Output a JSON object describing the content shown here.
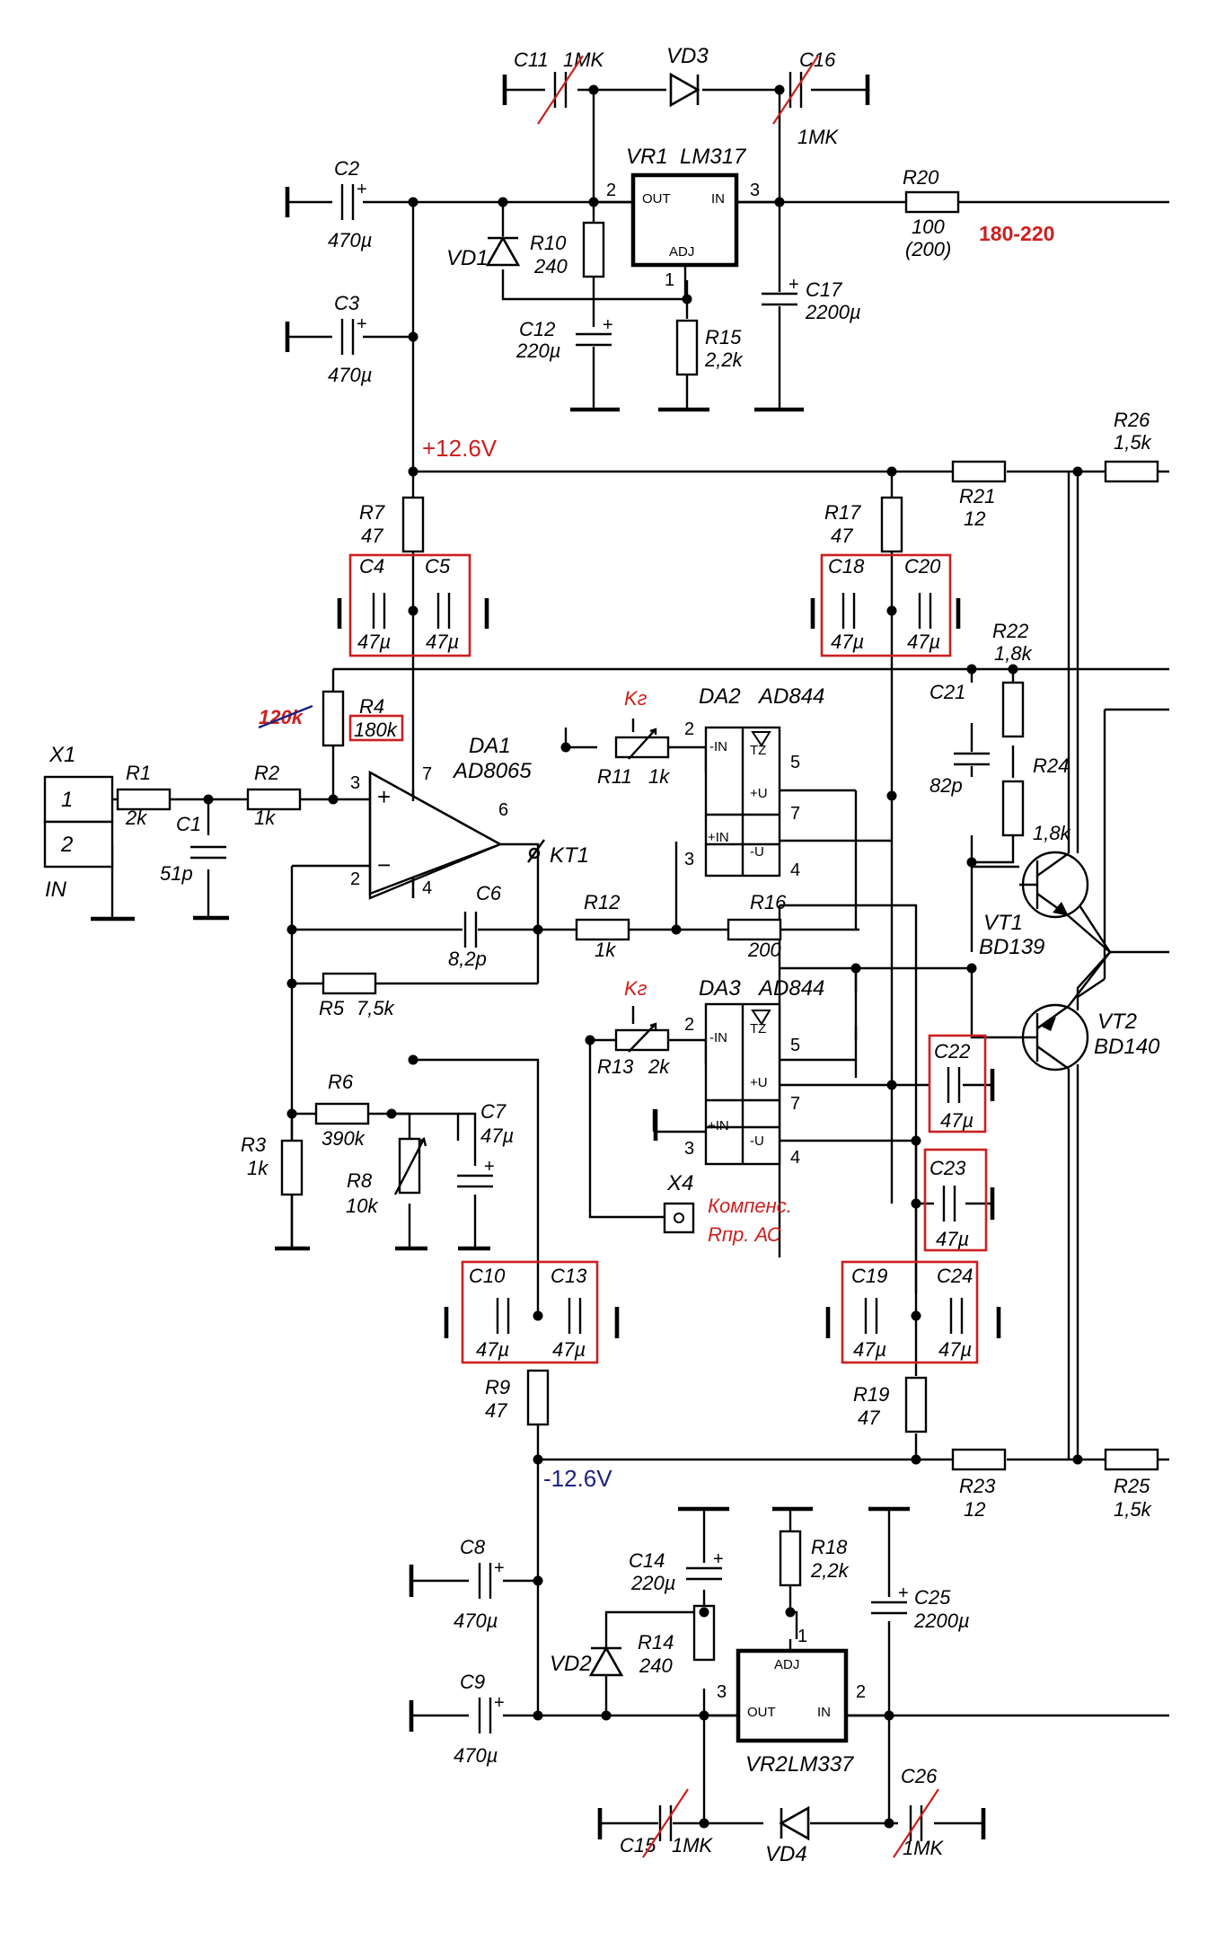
{
  "supplies": {
    "pos": "+12.6V",
    "neg": "-12.6V",
    "input_voltage": "180-220"
  },
  "connectors": {
    "x1": {
      "ref": "X1",
      "label": "IN",
      "pins": [
        "1",
        "2"
      ]
    },
    "x4": {
      "ref": "X4",
      "note_line1": "Компенс.",
      "note_line2": "Rпр. АС"
    },
    "kt1": "KT1"
  },
  "regulators": {
    "vr1": {
      "ref": "VR1",
      "part": "LM317",
      "out": "OUT",
      "in": "IN",
      "adj": "ADJ",
      "pin_out": "2",
      "pin_in": "3",
      "pin_adj": "1"
    },
    "vr2": {
      "ref": "VR2",
      "part": "LM337",
      "out": "OUT",
      "in": "IN",
      "adj": "ADJ",
      "pin_out": "3",
      "pin_in": "2",
      "pin_adj": "1"
    }
  },
  "opamp": {
    "ref": "DA1",
    "part": "AD8065",
    "pin_plus": "3",
    "pin_minus": "2",
    "pin_out": "6",
    "pin_vpos": "7",
    "pin_vneg": "4",
    "plus_sign": "+",
    "minus_sign": "−"
  },
  "buffers": {
    "da2": {
      "ref": "DA2",
      "part": "AD844",
      "kg": "Kг",
      "in_neg": "-IN",
      "in_pos": "+IN",
      "tz": "TZ",
      "vpos": "+U",
      "vneg": "-U",
      "p_inneg": "2",
      "p_inpos": "3",
      "p_tz": "5",
      "p_vpos": "7",
      "p_vneg": "4"
    },
    "da3": {
      "ref": "DA3",
      "part": "AD844",
      "kg": "Kг",
      "in_neg": "-IN",
      "in_pos": "+IN",
      "tz": "TZ",
      "vpos": "+U",
      "vneg": "-U",
      "p_inneg": "2",
      "p_inpos": "3",
      "p_tz": "5",
      "p_vpos": "7",
      "p_vneg": "4"
    }
  },
  "transistors": {
    "vt1": {
      "ref": "VT1",
      "part": "BD139"
    },
    "vt2": {
      "ref": "VT2",
      "part": "BD140"
    }
  },
  "diodes": {
    "vd1": "VD1",
    "vd2": "VD2",
    "vd3": "VD3",
    "vd4": "VD4"
  },
  "resistors": {
    "r1": {
      "ref": "R1",
      "val": "2k"
    },
    "r2": {
      "ref": "R2",
      "val": "1k"
    },
    "r3": {
      "ref": "R3",
      "val": "1k"
    },
    "r4": {
      "ref": "R4",
      "val": "180k",
      "old_val": "120k"
    },
    "r5": {
      "ref": "R5",
      "val": "7,5k"
    },
    "r6": {
      "ref": "R6",
      "val": "390k"
    },
    "r7": {
      "ref": "R7",
      "val": "47"
    },
    "r8": {
      "ref": "R8",
      "val": "10k"
    },
    "r9": {
      "ref": "R9",
      "val": "47"
    },
    "r10": {
      "ref": "R10",
      "val": "240"
    },
    "r11": {
      "ref": "R11",
      "val": "1k"
    },
    "r12": {
      "ref": "R12",
      "val": "1k"
    },
    "r13": {
      "ref": "R13",
      "val": "2k"
    },
    "r14": {
      "ref": "R14",
      "val": "240"
    },
    "r15": {
      "ref": "R15",
      "val": "2,2k"
    },
    "r16": {
      "ref": "R16",
      "val": "200"
    },
    "r17": {
      "ref": "R17",
      "val": "47"
    },
    "r18": {
      "ref": "R18",
      "val": "2,2k"
    },
    "r19": {
      "ref": "R19",
      "val": "47"
    },
    "r20": {
      "ref": "R20",
      "val": "100",
      "alt": "(200)"
    },
    "r21": {
      "ref": "R21",
      "val": "12"
    },
    "r22": {
      "ref": "R22",
      "val": "1,8k"
    },
    "r23": {
      "ref": "R23",
      "val": "12"
    },
    "r24": {
      "ref": "R24",
      "val": "1,8k"
    },
    "r25": {
      "ref": "R25",
      "val": "1,5k"
    },
    "r26": {
      "ref": "R26",
      "val": "1,5k"
    }
  },
  "capacitors": {
    "c1": {
      "ref": "C1",
      "val": "51p"
    },
    "c2": {
      "ref": "C2",
      "val": "470µ"
    },
    "c3": {
      "ref": "C3",
      "val": "470µ"
    },
    "c4": {
      "ref": "C4",
      "val": "47µ"
    },
    "c5": {
      "ref": "C5",
      "val": "47µ"
    },
    "c6": {
      "ref": "C6",
      "val": "8,2p"
    },
    "c7": {
      "ref": "C7",
      "val": "47µ"
    },
    "c8": {
      "ref": "C8",
      "val": "470µ"
    },
    "c9": {
      "ref": "C9",
      "val": "470µ"
    },
    "c10": {
      "ref": "C10",
      "val": "47µ"
    },
    "c11": {
      "ref": "C11",
      "val": "1MK"
    },
    "c12": {
      "ref": "C12",
      "val": "220µ"
    },
    "c13": {
      "ref": "C13",
      "val": "47µ"
    },
    "c14": {
      "ref": "C14",
      "val": "220µ"
    },
    "c15": {
      "ref": "C15",
      "val": "1MK"
    },
    "c16": {
      "ref": "C16",
      "val": "1MK"
    },
    "c17": {
      "ref": "C17",
      "val": "2200µ"
    },
    "c18": {
      "ref": "C18",
      "val": "47µ"
    },
    "c19": {
      "ref": "C19",
      "val": "47µ"
    },
    "c20": {
      "ref": "C20",
      "val": "47µ"
    },
    "c21": {
      "ref": "C21",
      "val": "82p"
    },
    "c22": {
      "ref": "C22",
      "val": "47µ"
    },
    "c23": {
      "ref": "C23",
      "val": "47µ"
    },
    "c24": {
      "ref": "C24",
      "val": "47µ"
    },
    "c25": {
      "ref": "C25",
      "val": "2200µ"
    },
    "c26": {
      "ref": "C26",
      "val": "1MK"
    }
  },
  "plus_mark": "+",
  "colors": {
    "annotation_red": "#cc1f1f",
    "annotation_blue": "#1a237e",
    "wire": "#000000"
  }
}
